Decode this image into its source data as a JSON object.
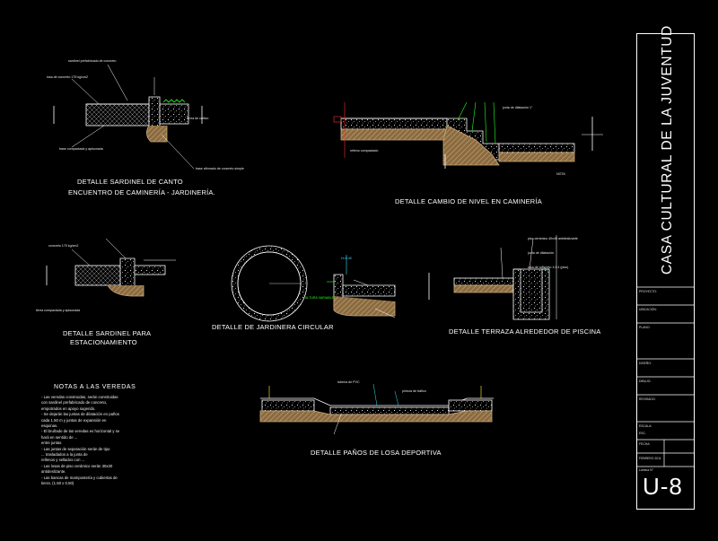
{
  "project": {
    "title": "CASA CULTURAL DE LA JUVENTUD",
    "sheet": "U-8",
    "sheet_label": "Lámina N°",
    "scale_label": "ESC.",
    "date_label": "FEBRERO 2011"
  },
  "details": {
    "sardinel_canto_1": "DETALLE SARDINEL DE CANTO",
    "sardinel_canto_2": "ENCUENTRO DE CAMINERÍA - JARDINERÍA.",
    "cambio_nivel": "DETALLE CAMBIO DE NIVEL EN CAMINERÍA",
    "sardinel_estac_1": "DETALLE SARDINEL PARA",
    "sardinel_estac_2": "ESTACIONAMIENTO",
    "jardinera_circular": "DETALLE DE JARDINERA CIRCULAR",
    "terraza_piscina": "DETALLE TERRAZA ALREDEDOR DE PISCINA",
    "losa_deportiva": "DETALLE PAÑOS DE LOSA DEPORTIVA"
  },
  "annotations": {
    "a1": "sardinel prefabricado de concreto",
    "a2": "losa de concreto 175 kg/cm2",
    "a3": "base compactada y apisonada",
    "a4": "base afirmado de concreto simple",
    "a5": "tierra de cultivo",
    "a6": "relleno compactado",
    "a7": "junta de dilatación 1\"",
    "a8": "NOTA",
    "a9": "concreto 175 kg/cm2",
    "a10": "tierra compactada y apisonada",
    "a11": "H=0.40",
    "a12": "ALTURA VARIABLE",
    "a13": "piso cerámico 40x40 antideslizante",
    "a14": "junta de dilatación",
    "a15": "losa de concreto 1:2:4 (piso)",
    "a16": "tubería de PVC",
    "a17": "pintura de tráfico"
  },
  "notes": {
    "title": "NOTAS A LAS VEREDAS",
    "lines": [
      "- Las veredas construidas, serán construidas",
      "  con sardinel prefabricado de concreto,",
      "  empotrados en apoyo sugerido.",
      "- Se dejarán las juntas de dilatación en paños",
      "  cada 1.50 m y juntas de expansión en",
      "  esquinas.",
      "- El bruñado de las veredas es horizontal y se",
      "  hará en sentido de ...",
      "  entre juntas",
      "- Las juntas de separación serán de tipo",
      "  ... trasladados a la junta de",
      "  rellenos y sellados con ...",
      "- Las losas de piso cerámico serán 30x30",
      "  antideslizante.",
      "- Las bancas de mampostería y cubiertas de",
      "  tierra. (1.50 x 0.50)"
    ]
  },
  "title_block": {
    "fields": [
      "PROYECTO:",
      "UBICACIÓN:",
      "PLANO:",
      "DISEÑO:",
      "DIBUJO:",
      "REVISADO:",
      "ESCALA:",
      "FECHA:"
    ]
  },
  "colors": {
    "background": "#000000",
    "line": "#ffffff",
    "accent_green": "#22ff22",
    "hatch_tan": "#c8a878",
    "cyan": "#33e0ff",
    "red": "#ff3030",
    "yellow": "#ffff30"
  }
}
